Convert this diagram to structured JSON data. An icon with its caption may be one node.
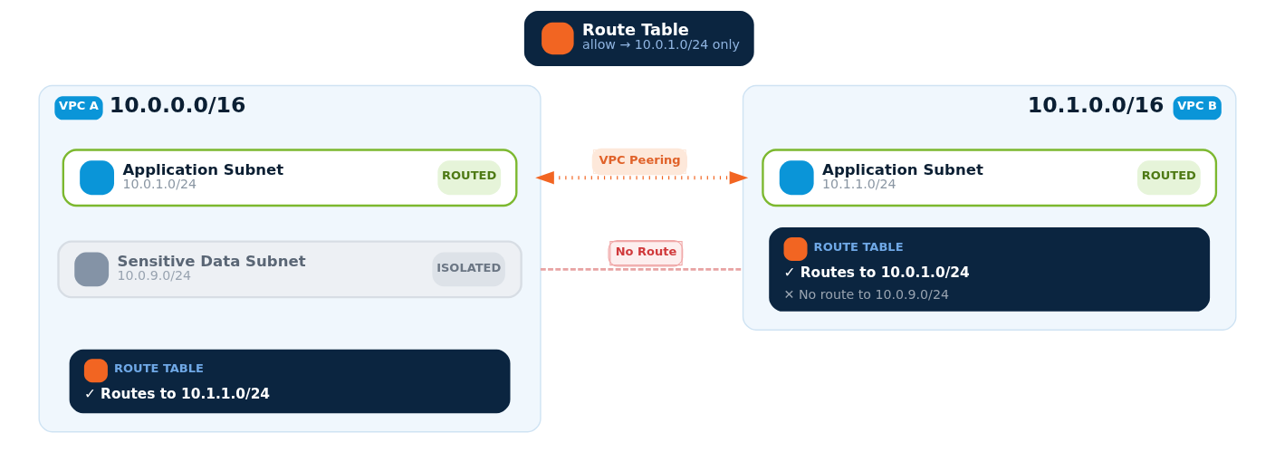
{
  "diagram": {
    "nodes": [
      {
        "text": [
          "Route Table",
          "allow → 10.0.1.0/24 only"
        ]
      },
      {
        "text": [
          "VPC A",
          "10.0.0.0/16"
        ]
      },
      {
        "text": [
          "Application Subnet",
          "10.0.1.0/24",
          "ROUTED"
        ],
        "in": 1
      },
      {
        "text": [
          "Sensitive Data Subnet",
          "10.0.9.0/24",
          "ISOLATED"
        ],
        "in": 1
      },
      {
        "text": [
          "ROUTE TABLE",
          "✓ Routes to 10.1.1.0/24"
        ],
        "in": 1
      },
      {
        "text": [
          "10.1.0.0/16",
          "VPC B"
        ]
      },
      {
        "text": [
          "Application Subnet",
          "10.1.1.0/24",
          "ROUTED"
        ],
        "in": 5
      },
      {
        "text": [
          "ROUTE TABLE",
          "✓ Routes to 10.0.1.0/24",
          "✕ No route to 10.0.9.0/24"
        ],
        "in": 5
      }
    ],
    "edges": [
      {
        "from": 1,
        "to": 5,
        "arrow": "both",
        "label": "VPC Peering",
        "style": "dashed",
        "color": "#f26522"
      },
      {
        "from": 1,
        "to": 5,
        "arrow": "none",
        "label": "No Route",
        "style": "dashed",
        "color": "#e8a3a3"
      }
    ]
  }
}
